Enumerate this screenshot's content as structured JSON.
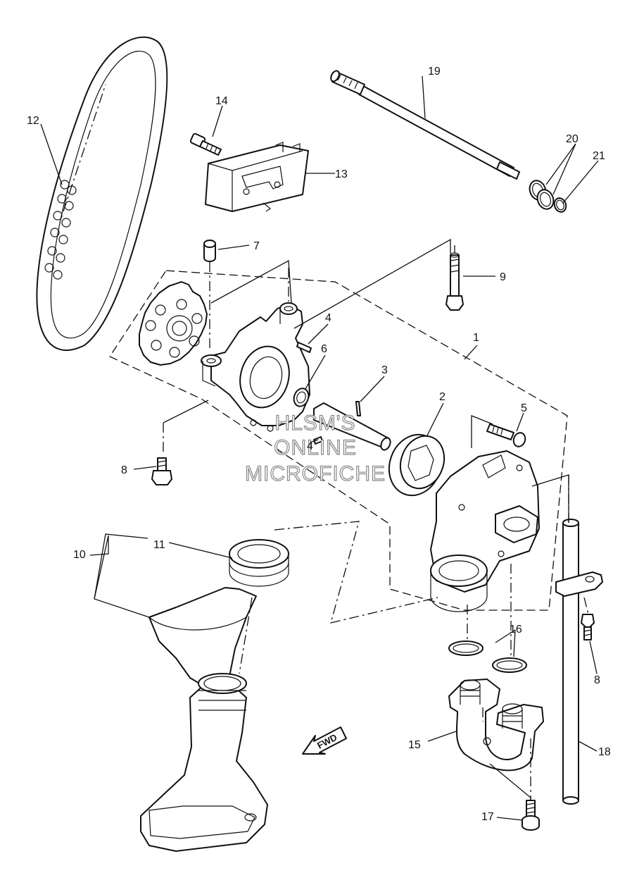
{
  "callouts": [
    "1",
    "2",
    "3",
    "4",
    "4",
    "5",
    "6",
    "7",
    "8",
    "8",
    "9",
    "10",
    "11",
    "12",
    "13",
    "14",
    "15",
    "16",
    "17",
    "18",
    "19",
    "20",
    "21"
  ],
  "watermark": {
    "line1": "HLSM'S",
    "line2": "ONLINE",
    "line3": "MICROFICHE"
  },
  "fwd_label": "FWD"
}
